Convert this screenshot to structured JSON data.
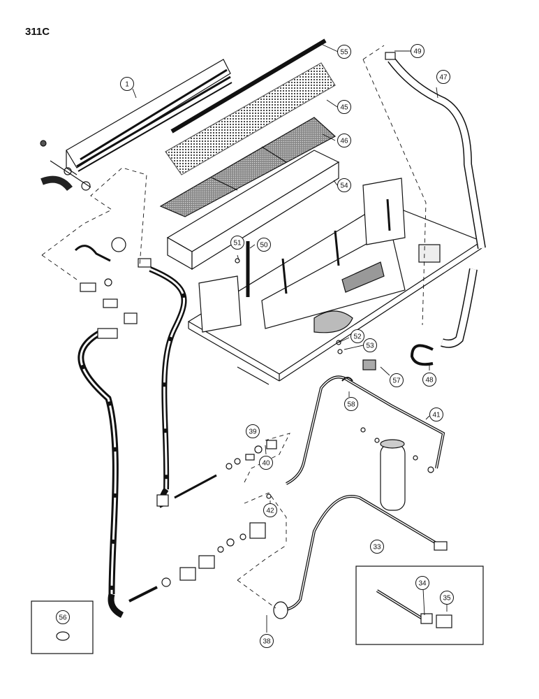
{
  "page_code": "311C",
  "callouts": [
    {
      "id": "c1",
      "label": "1"
    },
    {
      "id": "c55",
      "label": "55"
    },
    {
      "id": "c49",
      "label": "49"
    },
    {
      "id": "c47",
      "label": "47"
    },
    {
      "id": "c45",
      "label": "45"
    },
    {
      "id": "c46",
      "label": "46"
    },
    {
      "id": "c54",
      "label": "54"
    },
    {
      "id": "c51",
      "label": "51"
    },
    {
      "id": "c50",
      "label": "50"
    },
    {
      "id": "c52",
      "label": "52"
    },
    {
      "id": "c53",
      "label": "53"
    },
    {
      "id": "c57",
      "label": "57"
    },
    {
      "id": "c48",
      "label": "48"
    },
    {
      "id": "c58",
      "label": "58"
    },
    {
      "id": "c41",
      "label": "41"
    },
    {
      "id": "c39",
      "label": "39"
    },
    {
      "id": "c40",
      "label": "40"
    },
    {
      "id": "c42",
      "label": "42"
    },
    {
      "id": "c33",
      "label": "33"
    },
    {
      "id": "c34",
      "label": "34"
    },
    {
      "id": "c35",
      "label": "35"
    },
    {
      "id": "c56",
      "label": "56"
    },
    {
      "id": "c38",
      "label": "38"
    }
  ],
  "colors": {
    "ink": "#111111",
    "paper": "#ffffff",
    "shade": "#555555"
  }
}
